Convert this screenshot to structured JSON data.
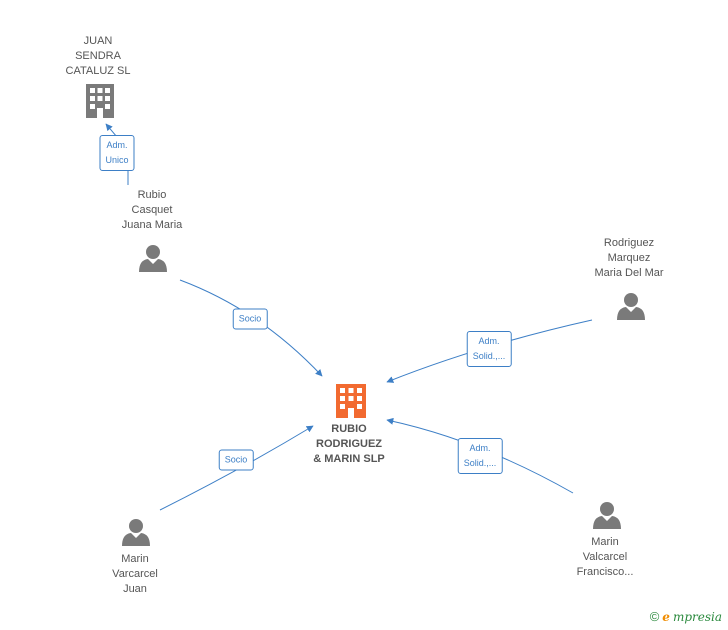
{
  "nodes": {
    "juan_sendra": {
      "label": "JUAN\nSENDRA\nCATALUZ SL",
      "kind": "company"
    },
    "rubio_casquet": {
      "label": "Rubio\nCasquet\nJuana Maria",
      "kind": "person"
    },
    "rodriguez_marquez": {
      "label": "Rodriguez\nMarquez\nMaria Del Mar",
      "kind": "person"
    },
    "center": {
      "label": "RUBIO\nRODRIGUEZ\n& MARIN SLP",
      "kind": "company-main"
    },
    "marin_varcarcel": {
      "label": "Marin\nVarcarcel\nJuan",
      "kind": "person"
    },
    "marin_valcarcel": {
      "label": "Marin\nValcarcel\nFrancisco...",
      "kind": "person"
    }
  },
  "edges": {
    "adm_unico": {
      "label": "Adm.\nUnico"
    },
    "socio_top": {
      "label": "Socio"
    },
    "adm_solid_top": {
      "label": "Adm.\nSolid.,..."
    },
    "socio_bottom": {
      "label": "Socio"
    },
    "adm_solid_bottom": {
      "label": "Adm.\nSolid.,..."
    }
  },
  "colors": {
    "edge": "#3d7fc6",
    "icon_gray": "#7a7a7a",
    "icon_main": "#f26a30",
    "brand_green": "#2b8a3e",
    "brand_orange": "#f08c00"
  },
  "brand": {
    "copyright": "©",
    "e": "e",
    "name": "mpresia"
  }
}
